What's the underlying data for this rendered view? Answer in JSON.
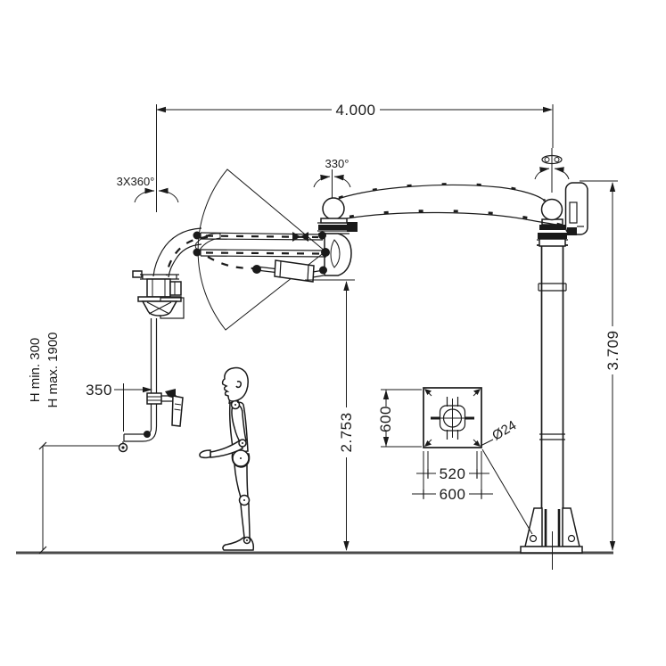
{
  "drawing": {
    "type": "technical-dimension-drawing",
    "subject": "Column-mounted industrial manipulator arm with operator figure and base plate detail",
    "colors": {
      "line": "#1a1a1a",
      "ground": "#4a4a4a",
      "background": "#ffffff"
    },
    "dimensions": {
      "horizontal_span": "4.000",
      "column_height": "3.709",
      "arm_underside_height": "2.753",
      "tool_offset": "350",
      "hook_height_min": "H min. 300",
      "hook_height_max": "H max. 1900"
    },
    "rotations": {
      "tool_rotation": "3X360°",
      "arm_rotation": "330°"
    },
    "base_plate_detail": {
      "plate_height": "600",
      "bolt_spacing": "520",
      "plate_width": "600",
      "bolt_hole_diameter": "Ø24"
    }
  }
}
